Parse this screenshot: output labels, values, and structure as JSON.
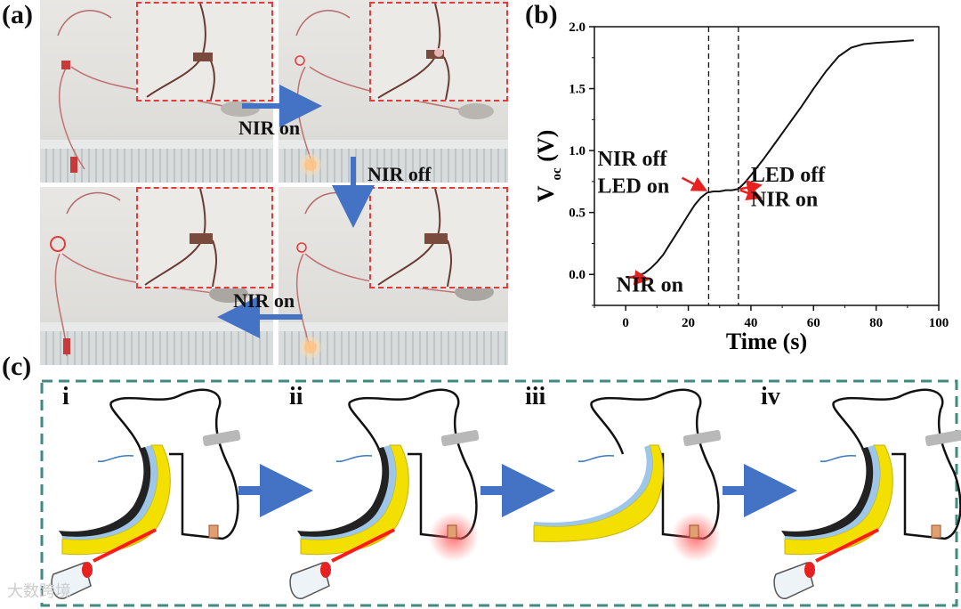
{
  "panels": {
    "a": "(a)",
    "b": "(b)",
    "c": "(c)"
  },
  "panel_a": {
    "arrow_labels": [
      "NIR on",
      "NIR off",
      "NIR on"
    ]
  },
  "chart_data": {
    "type": "line",
    "xlabel": "Time (s)",
    "ylabel_main": "V",
    "ylabel_sub": "oc",
    "ylabel_unit": "(V)",
    "xlim": [
      -10,
      100
    ],
    "ylim": [
      -0.25,
      2.0
    ],
    "xticks": [
      0,
      20,
      40,
      60,
      80,
      100
    ],
    "yticks": [
      0.0,
      0.5,
      1.0,
      1.5,
      2.0
    ],
    "xtick_labels": [
      "0",
      "20",
      "40",
      "60",
      "80",
      "100"
    ],
    "ytick_labels": [
      "0.0",
      "0.5",
      "1.0",
      "1.5",
      "2.0"
    ],
    "grid": false,
    "vlines": [
      26.5,
      36
    ],
    "series": [
      {
        "x": [
          0,
          2,
          4,
          6,
          8,
          10,
          12,
          14,
          16,
          18,
          20,
          22,
          24,
          26,
          28,
          30,
          32,
          34,
          36,
          38,
          40,
          44,
          48,
          52,
          56,
          60,
          64,
          68,
          72,
          76,
          80,
          86,
          92
        ],
        "y": [
          -0.02,
          -0.02,
          -0.01,
          0.01,
          0.05,
          0.1,
          0.16,
          0.24,
          0.32,
          0.4,
          0.48,
          0.56,
          0.62,
          0.66,
          0.67,
          0.67,
          0.68,
          0.68,
          0.69,
          0.74,
          0.8,
          0.93,
          1.07,
          1.21,
          1.35,
          1.5,
          1.64,
          1.76,
          1.83,
          1.86,
          1.87,
          1.88,
          1.89
        ]
      }
    ],
    "annotations": [
      {
        "text": "NIR off",
        "x": -9,
        "y": 0.88
      },
      {
        "text": "LED on",
        "x": -9,
        "y": 0.66
      },
      {
        "text": "LED off",
        "x": 40,
        "y": 0.75
      },
      {
        "text": "NIR on",
        "x": 40,
        "y": 0.55
      },
      {
        "text": "NIR on",
        "x": -3,
        "y": -0.14
      }
    ]
  },
  "panel_c": {
    "stages": [
      "i",
      "ii",
      "iii",
      "iv"
    ]
  },
  "watermark": "大数跨境",
  "colors": {
    "red_dash": "#e23b3b",
    "blue_arrow": "#4472c4",
    "teal_dash": "#3f8a82",
    "yellow": "#f4e000",
    "light_blue": "#9dc6e8",
    "laser_red": "#ff1a1a"
  }
}
